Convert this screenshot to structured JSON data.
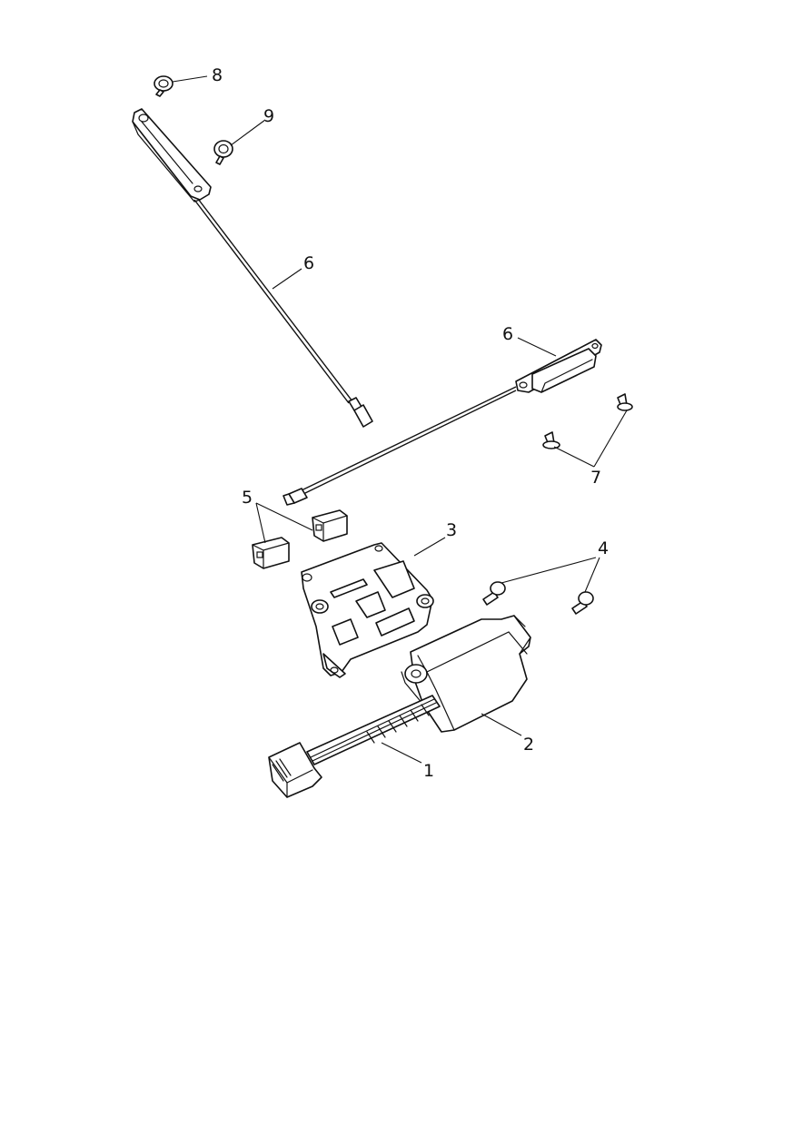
{
  "callouts": {
    "c1": "1",
    "c2": "2",
    "c3": "3",
    "c4": "4",
    "c5": "5",
    "c6a": "6",
    "c6b": "6",
    "c7": "7",
    "c8": "8",
    "c9": "9"
  },
  "colors": {
    "line": "#111111",
    "background": "#ffffff"
  }
}
